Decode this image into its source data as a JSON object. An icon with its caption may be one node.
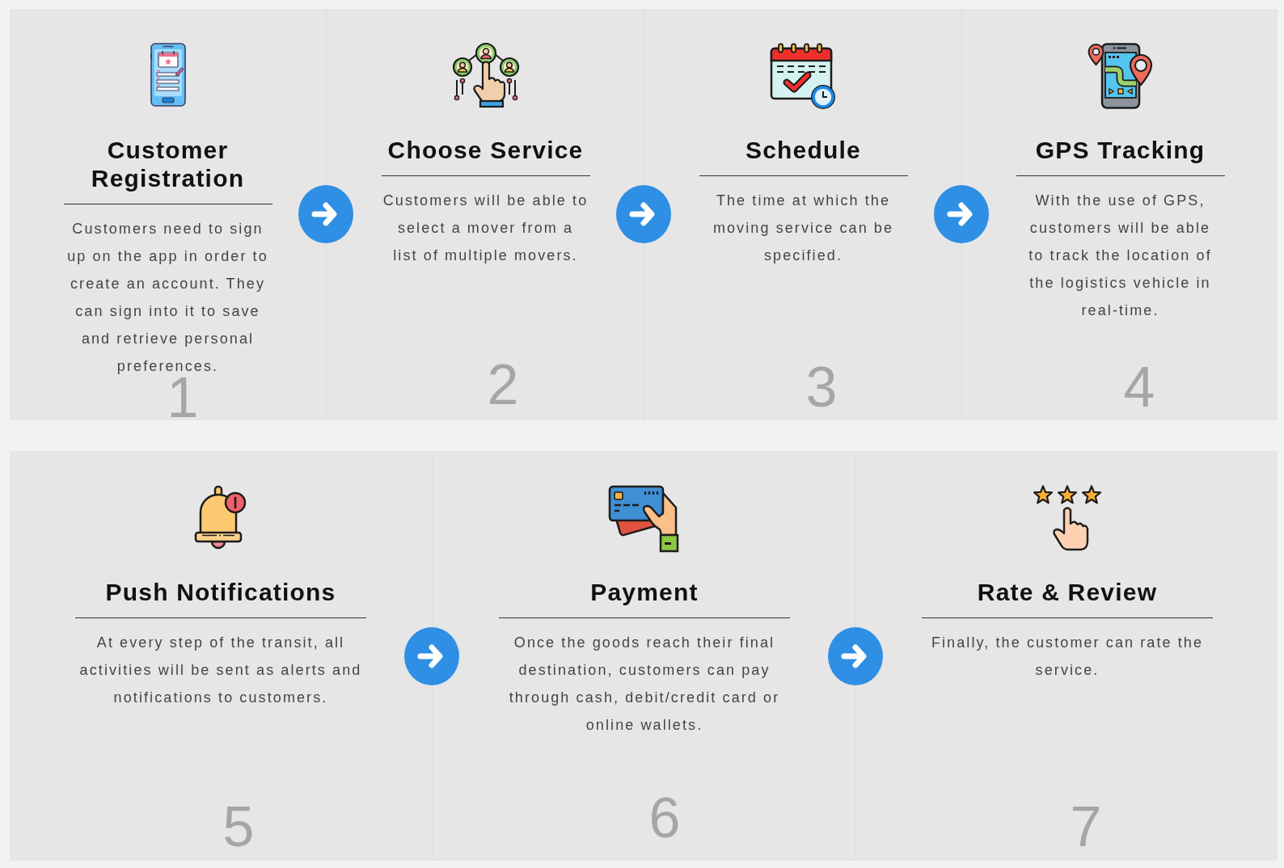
{
  "diagram": {
    "nodes": [
      {
        "text": [
          "Customer Registration",
          "Customers need to sign up on the app in order to create an account. They can sign into it to save and retrieve personal preferences.",
          "1"
        ]
      },
      {
        "text": [
          "Choose Service",
          "Customers will be able to select a mover from a list of multiple movers.",
          "2"
        ]
      },
      {
        "text": [
          "Schedule",
          "The time at which the moving service can be specified.",
          "3"
        ]
      },
      {
        "text": [
          "GPS Tracking",
          "With the use of GPS, customers will be able to track the location of the logistics vehicle in real-time.",
          "4"
        ]
      },
      {
        "text": [
          "Push Notifications",
          "At every step of the transit, all activities will be sent as alerts and notifications to customers.",
          "5"
        ]
      },
      {
        "text": [
          "Payment",
          "Once the goods reach their final destination, customers can pay through cash, debit/credit card or online wallets.",
          "6"
        ]
      },
      {
        "text": [
          "Rate & Review",
          "Finally, the customer can rate the service.",
          "7"
        ]
      }
    ],
    "edges": [
      {
        "from": 0,
        "to": 1,
        "arrow": "to"
      },
      {
        "from": 1,
        "to": 2,
        "arrow": "to"
      },
      {
        "from": 2,
        "to": 3,
        "arrow": "to"
      },
      {
        "from": 4,
        "to": 5,
        "arrow": "to"
      },
      {
        "from": 5,
        "to": 6,
        "arrow": "to"
      }
    ]
  }
}
